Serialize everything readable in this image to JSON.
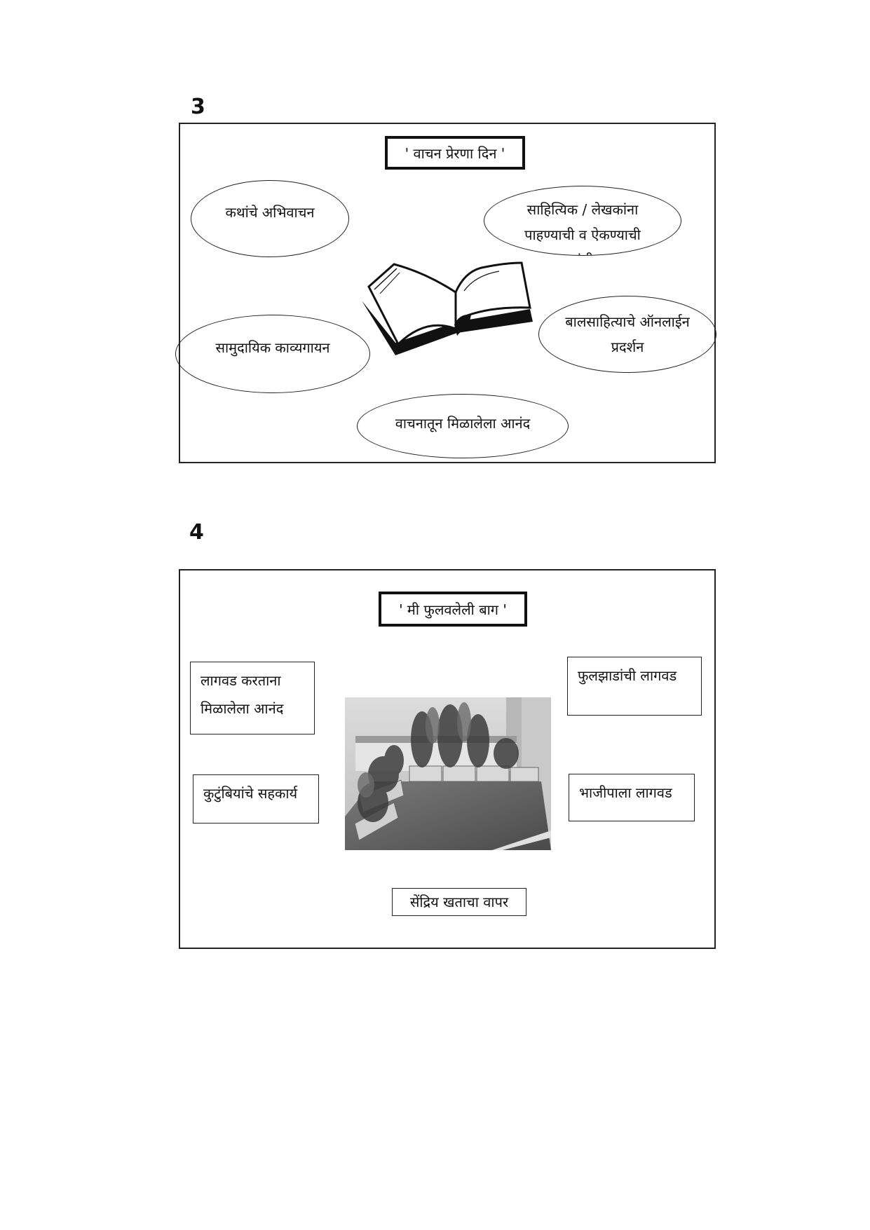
{
  "section3": {
    "number": "3",
    "title": "' वाचन प्रेरणा दिन '",
    "ovals": {
      "stories": "कथांचे अभिवाचन",
      "writers": "साहित्यिक / लेखकांना\nपाहण्याची व ऐकण्याची\nसंधी",
      "poetry": "सामुदायिक काव्यगायन",
      "exhibition": "बालसाहित्याचे ऑनलाईन\nप्रदर्शन",
      "joy": "वाचनातून मिळालेला आनंद"
    },
    "center_icon": "open-book-icon"
  },
  "section4": {
    "number": "4",
    "title": "' मी फुलवलेली बाग '",
    "boxes": {
      "joy_planting": "लागवड करताना\nमिळालेला आनंद",
      "flowers": "फुलझाडांची लागवड",
      "family": "कुटुंबियांचे सहकार्य",
      "vegetables": "भाजीपाला लागवड",
      "organic": "सेंद्रिय खताचा वापर"
    },
    "center_image": "garden-photo"
  }
}
